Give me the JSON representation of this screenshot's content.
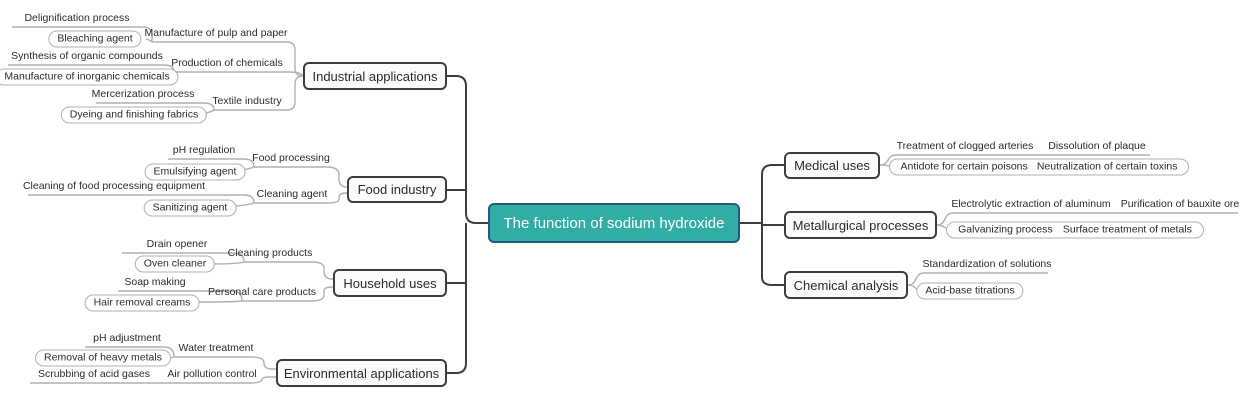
{
  "title": "The function of sodium hydroxide",
  "colors": {
    "central_fill": "#31ada6",
    "central_border": "#27597f",
    "central_text": "#ffffff",
    "branch_border": "#3d3d3d",
    "connector_light": "#b0b0b0",
    "connector_dark": "#3d3d3d",
    "text": "#2b2b2b"
  },
  "central": {
    "label": "The function of sodium hydroxide"
  },
  "left_branches": [
    {
      "label": "Industrial applications",
      "children": [
        {
          "label": "Manufacture of pulp and paper",
          "children": [
            {
              "label": "Delignification process"
            },
            {
              "label": "Bleaching agent"
            }
          ]
        },
        {
          "label": "Production of chemicals",
          "children": [
            {
              "label": "Synthesis of organic compounds"
            },
            {
              "label": "Manufacture of inorganic chemicals"
            }
          ]
        },
        {
          "label": "Textile industry",
          "children": [
            {
              "label": "Mercerization process"
            },
            {
              "label": "Dyeing and finishing fabrics"
            }
          ]
        }
      ]
    },
    {
      "label": "Food industry",
      "children": [
        {
          "label": "Food processing",
          "children": [
            {
              "label": "pH regulation"
            },
            {
              "label": "Emulsifying agent"
            }
          ]
        },
        {
          "label": "Cleaning agent",
          "children": [
            {
              "label": "Cleaning of food processing equipment"
            },
            {
              "label": "Sanitizing agent"
            }
          ]
        }
      ]
    },
    {
      "label": "Household uses",
      "children": [
        {
          "label": "Cleaning products",
          "children": [
            {
              "label": "Drain opener"
            },
            {
              "label": "Oven cleaner"
            }
          ]
        },
        {
          "label": "Personal care products",
          "children": [
            {
              "label": "Soap making"
            },
            {
              "label": "Hair removal creams"
            }
          ]
        }
      ]
    },
    {
      "label": "Environmental applications",
      "children": [
        {
          "label": "Water treatment",
          "children": [
            {
              "label": "pH adjustment"
            },
            {
              "label": "Removal of heavy metals"
            }
          ]
        },
        {
          "label": "Air pollution control",
          "children": [
            {
              "label": "Scrubbing of acid gases"
            }
          ]
        }
      ]
    }
  ],
  "right_branches": [
    {
      "label": "Medical uses",
      "children": [
        {
          "label": "Treatment of clogged arteries",
          "children": [
            {
              "label": "Dissolution of plaque"
            }
          ]
        },
        {
          "label": "Antidote for certain poisons",
          "children": [
            {
              "label": "Neutralization of certain toxins"
            }
          ]
        }
      ]
    },
    {
      "label": "Metallurgical processes",
      "children": [
        {
          "label": "Electrolytic extraction of aluminum",
          "children": [
            {
              "label": "Purification of bauxite ore"
            }
          ]
        },
        {
          "label": "Galvanizing process",
          "children": [
            {
              "label": "Surface treatment of metals"
            }
          ]
        }
      ]
    },
    {
      "label": "Chemical analysis",
      "children": [
        {
          "label": "Standardization of solutions"
        },
        {
          "label": "Acid-base titrations"
        }
      ]
    }
  ]
}
